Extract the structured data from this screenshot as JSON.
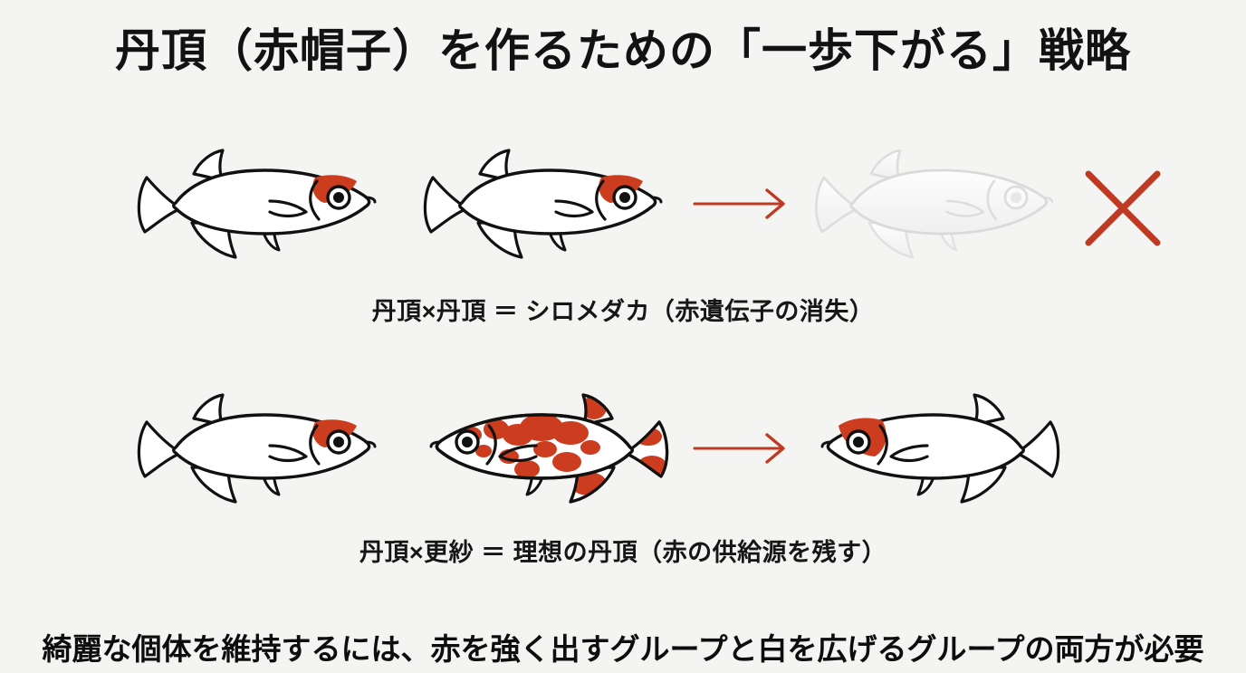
{
  "slide": {
    "title": "丹頂（赤帽子）を作るための「一歩下がる」戦略",
    "background_color": "#f4f4f3",
    "text_color": "#111111",
    "accent_red": "#c0392b",
    "fish_red": "#cc3c1e"
  },
  "rows": [
    {
      "id": "row-1",
      "parent_a": {
        "name": "丹頂",
        "label": "tancho-fish",
        "facing": "right",
        "pattern": "red-cap"
      },
      "parent_b": {
        "name": "丹頂",
        "label": "tancho-fish",
        "facing": "right",
        "pattern": "red-cap"
      },
      "arrow": {
        "icon": "arrow-right-icon",
        "color": "#c0392b"
      },
      "offspring": {
        "name": "シロメダカ",
        "label": "white-medaka-fish",
        "facing": "right",
        "pattern": "all-white-faded"
      },
      "verdict": {
        "icon": "x-mark-icon",
        "color": "#c0392b",
        "meaning": "不可"
      },
      "caption": "丹頂×丹頂 ＝ シロメダカ（赤遺伝子の消失）"
    },
    {
      "id": "row-2",
      "parent_a": {
        "name": "丹頂",
        "label": "tancho-fish",
        "facing": "right",
        "pattern": "red-cap"
      },
      "parent_b": {
        "name": "更紗",
        "label": "sarasa-fish",
        "facing": "left",
        "pattern": "red-blotches"
      },
      "arrow": {
        "icon": "arrow-right-icon",
        "color": "#c0392b"
      },
      "offspring": {
        "name": "理想の丹頂",
        "label": "ideal-tancho-fish",
        "facing": "left",
        "pattern": "red-cap"
      },
      "verdict": null,
      "caption": "丹頂×更紗 ＝ 理想の丹頂（赤の供給源を残す）"
    }
  ],
  "footer": {
    "note": "綺麗な個体を維持するには、赤を強く出すグループと白を広げるグループの両方が必要"
  }
}
